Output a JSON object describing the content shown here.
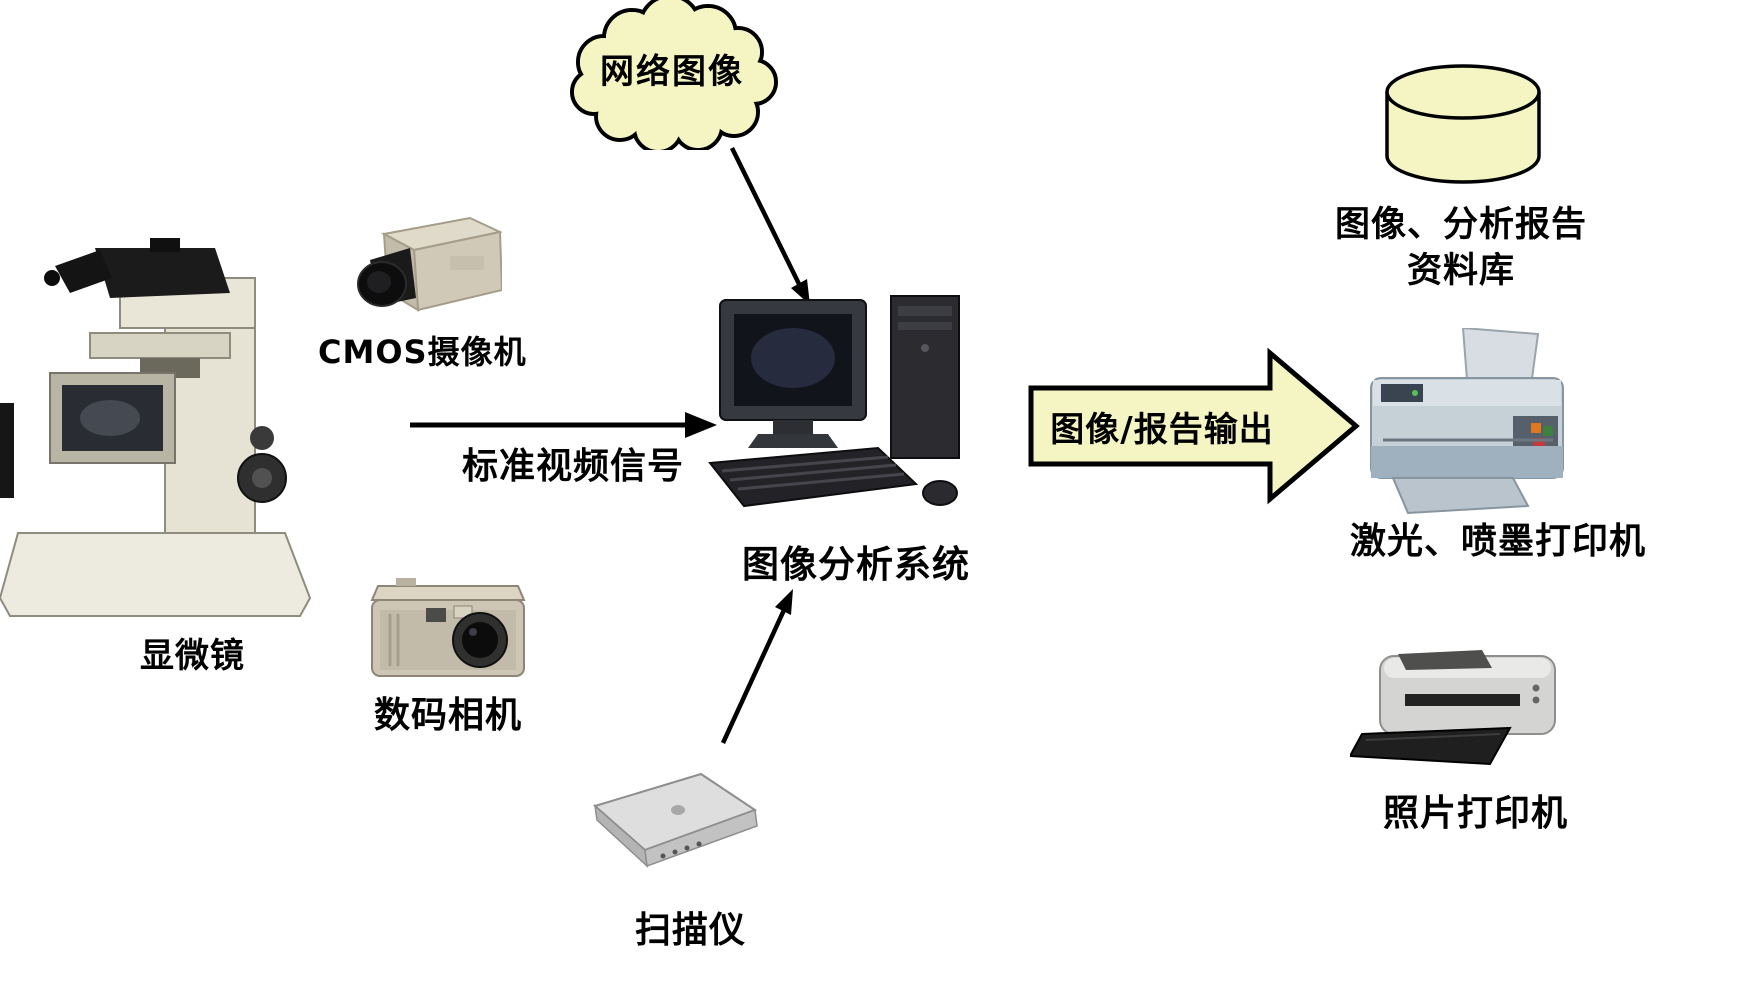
{
  "cloud": {
    "label": "网络图像"
  },
  "devices": {
    "microscope": {
      "label": "显微镜"
    },
    "cmos_camera": {
      "label": "CMOS摄像机"
    },
    "digital_camera": {
      "label": "数码相机"
    },
    "scanner": {
      "label": "扫描仪"
    },
    "computer": {
      "label": "图像分析系统"
    },
    "laser_inkjet_printer": {
      "label": "激光、喷墨打印机"
    },
    "photo_printer": {
      "label": "照片打印机"
    }
  },
  "database": {
    "label_line1": "图像、分析报告",
    "label_line2": "资料库"
  },
  "connections": {
    "video_signal_label": "标准视频信号",
    "output_arrow_label": "图像/报告输出"
  },
  "colors": {
    "shape_fill": "#f5f5c3",
    "outline": "#000000",
    "background": "#ffffff"
  }
}
